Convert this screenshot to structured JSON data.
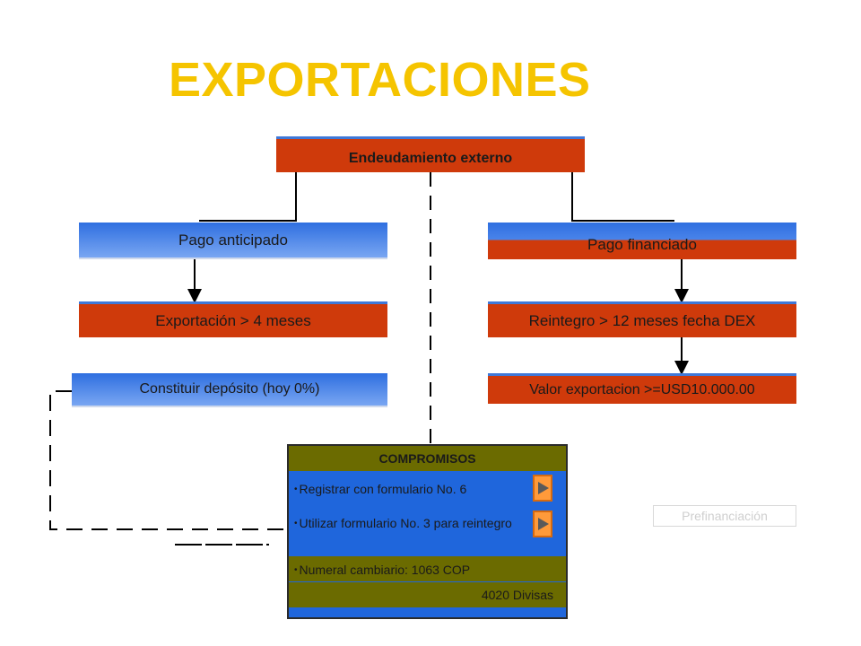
{
  "title": "EXPORTACIONES",
  "diagram": {
    "root": "Endeudamiento externo",
    "left_branch": {
      "head": "Pago anticipado",
      "step1": "Exportación > 4 meses",
      "step2": "Constituir depósito (hoy 0%)"
    },
    "right_branch": {
      "head": "Pago financiado",
      "step1": "Reintegro > 12 meses fecha DEX",
      "step2": "Valor exportacion >=USD10.000.00"
    }
  },
  "compromisos": {
    "header": "COMPROMISOS",
    "item1": "Registrar con formulario No. 6",
    "item2": "Utilizar formulario No. 3 para reintegro",
    "item3": "Numeral cambiario: 1063 COP",
    "item4": "4020 Divisas"
  },
  "prefinanciacion_link": "Prefinanciación",
  "colors": {
    "title": "#f5c400",
    "red_box": "#cf3a0b",
    "blue_box": "#2f6fe0",
    "olive": "#6b6b00",
    "play_button": "#ff9a3a"
  }
}
